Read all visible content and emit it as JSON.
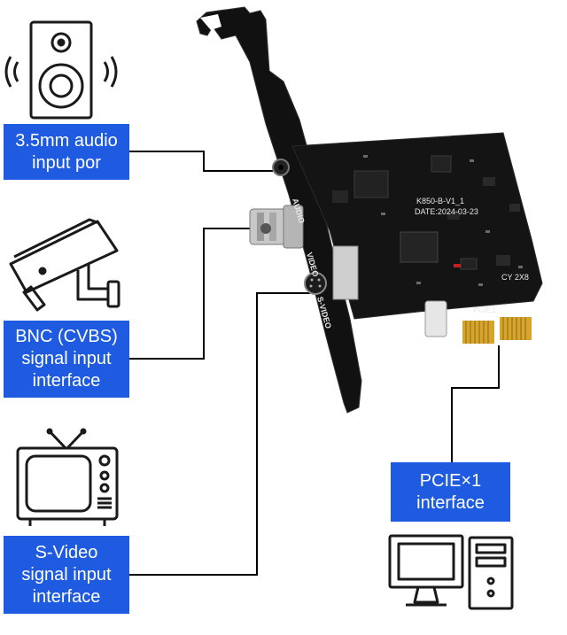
{
  "labels": {
    "audio": {
      "line1": "3.5mm audio",
      "line2": "input por"
    },
    "bnc": {
      "line1": "BNC (CVBS)",
      "line2": "signal input",
      "line3": "interface"
    },
    "svideo": {
      "line1": "S-Video",
      "line2": "signal input",
      "line3": "interface"
    },
    "pcie": {
      "line1": "PCIE×1",
      "line2": "interface"
    }
  },
  "card": {
    "model": "K850-B-V1_1",
    "date": "DATE:2024-03-23",
    "slot_mark": "PCIE1",
    "chip_mark": "CY 2X8",
    "bracket_port_audio": "AUDIO",
    "bracket_port_video": "VIDEO",
    "bracket_port_svideo": "S-VIDEO"
  },
  "icons": [
    "speaker-icon",
    "cctv-camera-icon",
    "television-icon",
    "desktop-computer-icon"
  ],
  "colors": {
    "label_bg": "#1f5be0",
    "label_text": "#ffffff",
    "line": "#000000",
    "pcb": "#121212",
    "gold": "#d8a52c"
  }
}
